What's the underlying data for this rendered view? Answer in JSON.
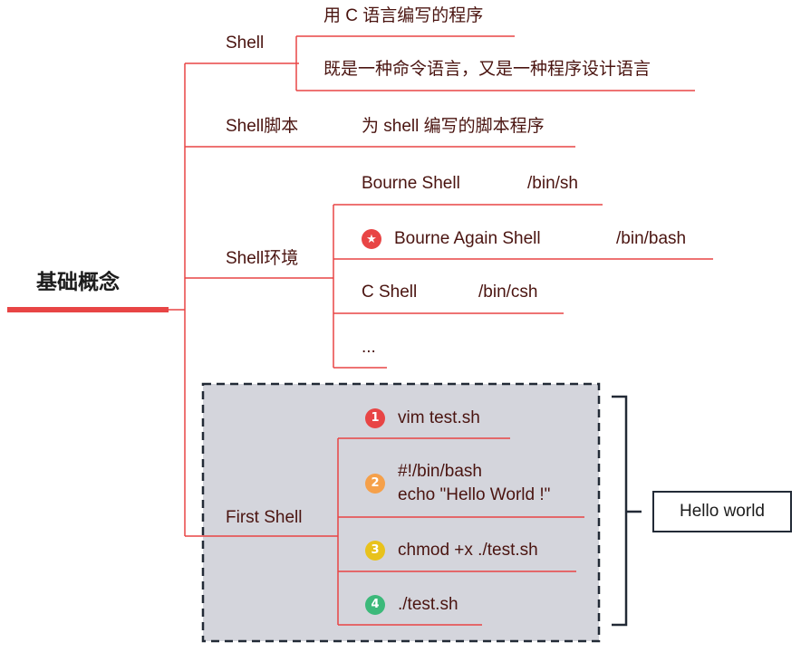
{
  "root": "基础概念",
  "branches": {
    "shell": {
      "label": "Shell",
      "items": [
        "用 C 语言编写的程序",
        "既是一种命令语言，又是一种程序设计语言"
      ]
    },
    "script": {
      "label": "Shell脚本",
      "desc": "为 shell 编写的脚本程序"
    },
    "env": {
      "label": "Shell环境",
      "items": [
        {
          "name": "Bourne Shell",
          "path": "/bin/sh"
        },
        {
          "name": "Bourne Again Shell",
          "path": "/bin/bash",
          "icon": "star-icon"
        },
        {
          "name": "C Shell",
          "path": "/bin/csh"
        },
        {
          "name": "..."
        }
      ]
    },
    "first": {
      "label": "First Shell",
      "steps": [
        {
          "num": "1",
          "lines": [
            "vim test.sh"
          ],
          "color": "#e84545"
        },
        {
          "num": "2",
          "lines": [
            "#!/bin/bash",
            "echo \"Hello World !\""
          ],
          "color": "#f5a04a"
        },
        {
          "num": "3",
          "lines": [
            "chmod +x ./test.sh"
          ],
          "color": "#e8c21c"
        },
        {
          "num": "4",
          "lines": [
            "./test.sh"
          ],
          "color": "#3cb97a"
        }
      ],
      "result": "Hello world"
    }
  },
  "colors": {
    "line": "#e84545",
    "box_fill": "#d4d5dc",
    "box_border": "#222a36",
    "text": "#4a1410"
  }
}
